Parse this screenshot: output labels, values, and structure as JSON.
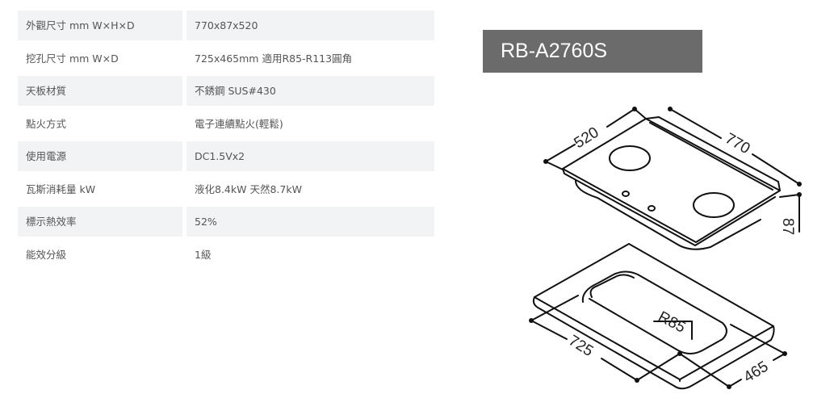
{
  "specs": [
    {
      "label": "外觀尺寸 mm W×H×D",
      "value": "770x87x520"
    },
    {
      "label": "挖孔尺寸 mm W×D",
      "value": "725x465mm 適用R85-R113圓角"
    },
    {
      "label": "天板材質",
      "value": "不銹鋼 SUS#430"
    },
    {
      "label": "點火方式",
      "value": "電子連續點火(輕鬆)"
    },
    {
      "label": "使用電源",
      "value": "DC1.5Vx2"
    },
    {
      "label": "瓦斯消耗量 kW",
      "value": "液化8.4kW 天然8.7kW"
    },
    {
      "label": "標示熱效率",
      "value": "52%"
    },
    {
      "label": "能效分級",
      "value": "1級"
    }
  ],
  "model": "RB-A2760S",
  "diagram": {
    "depth": "520",
    "width": "770",
    "height": "87",
    "cutout_width": "725",
    "cutout_depth": "465",
    "radius": "R85"
  }
}
